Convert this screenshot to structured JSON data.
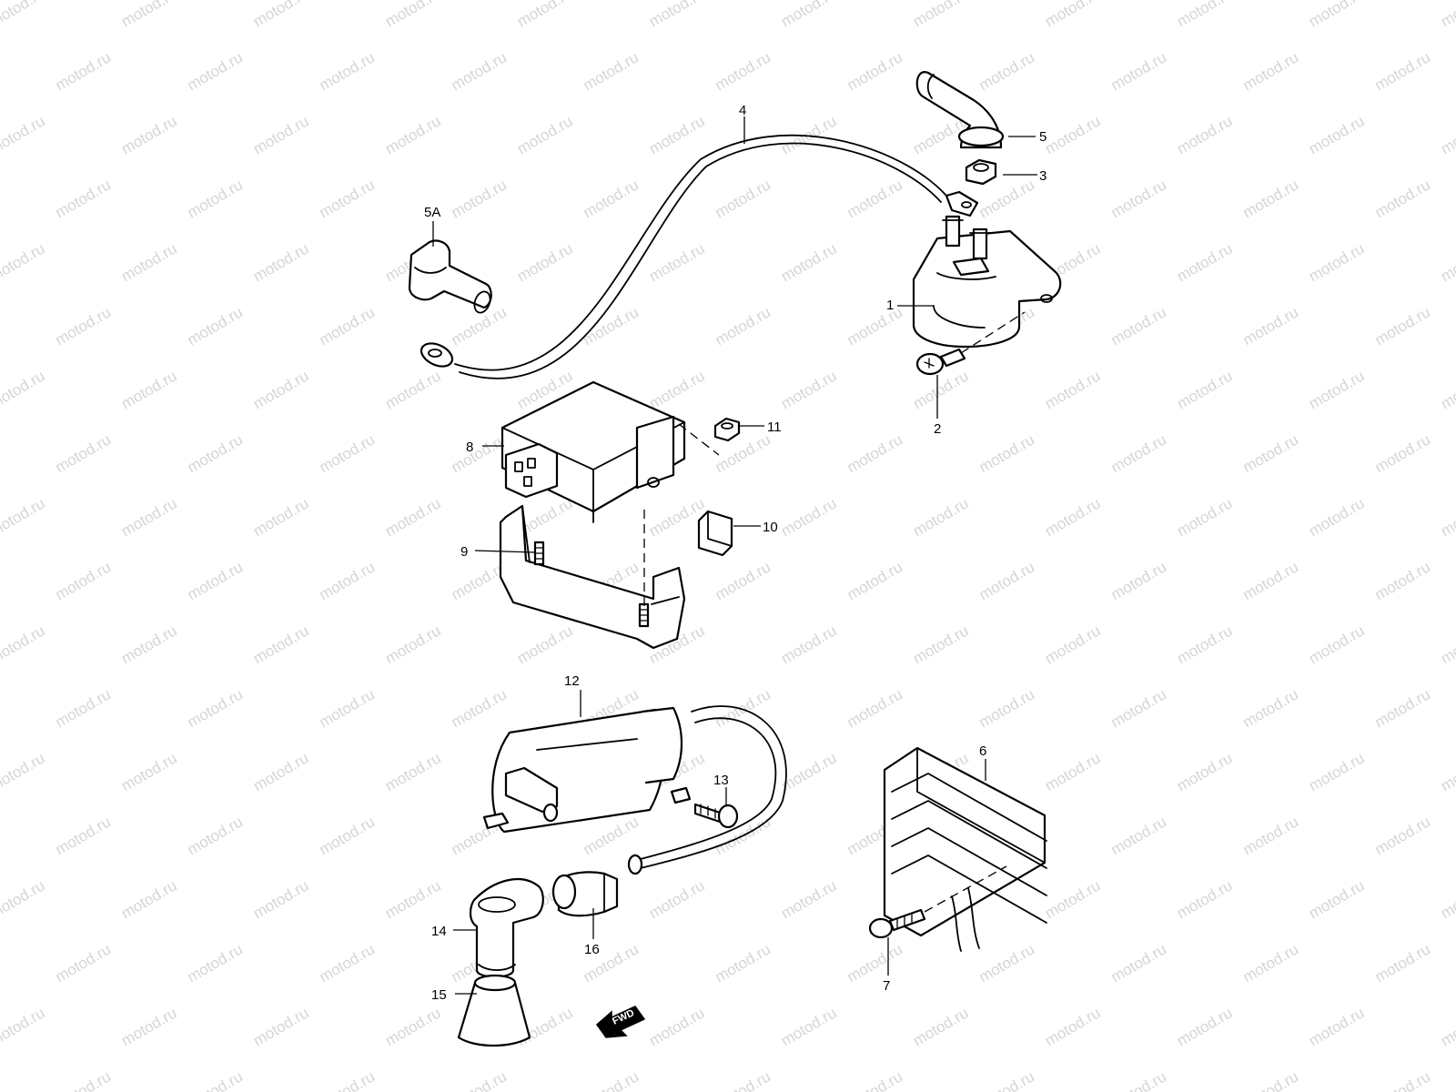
{
  "watermark": "motod.ru",
  "direction_label": "FWD",
  "callouts": [
    "1",
    "2",
    "3",
    "4",
    "5",
    "5A",
    "6",
    "7",
    "8",
    "9",
    "10",
    "11",
    "12",
    "13",
    "14",
    "15",
    "16"
  ],
  "colors": {
    "line": "#000000",
    "background": "#ffffff",
    "watermark": "#b4b4b4"
  }
}
